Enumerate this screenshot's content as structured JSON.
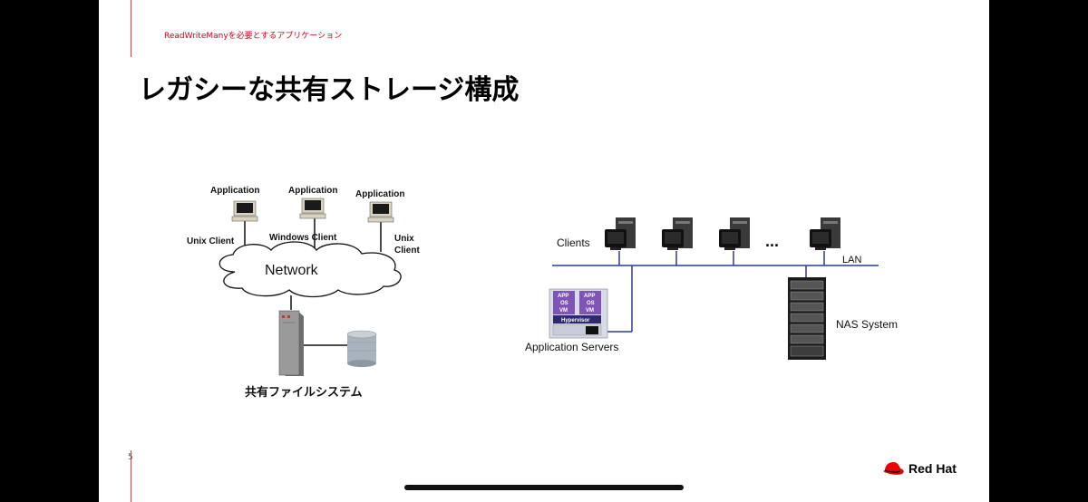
{
  "slide": {
    "section_label": "ReadWriteManyを必要とするアプリケーション",
    "title": "レガシーな共有ストレージ構成",
    "page_number": "5",
    "logo_text": "Red Hat",
    "accent_color": "#e23a3a"
  },
  "left_diagram": {
    "app_labels": [
      "Application",
      "Application",
      "Application"
    ],
    "client_labels": [
      "Unix Client",
      "Windows Client",
      "Unix",
      "Client"
    ],
    "network_label": "Network",
    "caption": "共有ファイルシステム"
  },
  "right_diagram": {
    "clients_label": "Clients",
    "ellipsis": "...",
    "lan_label": "LAN",
    "vm_app": "APP",
    "vm_os": "OS",
    "vm_vm": "VM",
    "hypervisor": "Hypervisor",
    "app_servers_label": "Application Servers",
    "nas_label": "NAS System"
  }
}
